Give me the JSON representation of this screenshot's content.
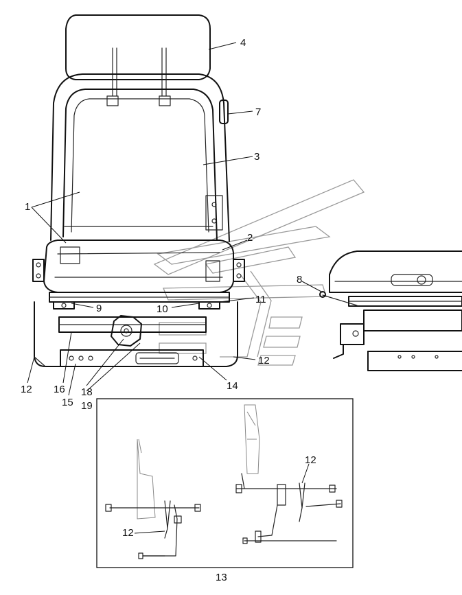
{
  "callouts": {
    "c1": "1",
    "c2": "2",
    "c3": "3",
    "c4": "4",
    "c7": "7",
    "c8": "8",
    "c9": "9",
    "c10": "10",
    "c11": "11",
    "c12_main_right": "12",
    "c12_main_left": "12",
    "c12_inset_left": "12",
    "c12_inset_right": "12",
    "c13": "13",
    "c14": "14",
    "c15": "15",
    "c16": "16",
    "c18": "18",
    "c19": "19"
  },
  "colors": {
    "line": "#111111",
    "watermark": "#9a9a9a",
    "background": "#ffffff"
  }
}
